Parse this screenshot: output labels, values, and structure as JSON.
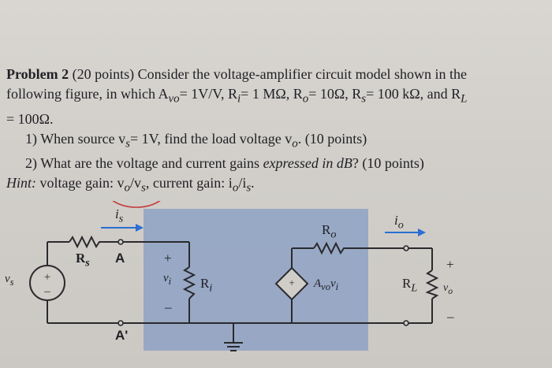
{
  "problem": {
    "heading": "Problem 2",
    "points": "(20 points)",
    "intro_1": "Consider the voltage-amplifier circuit model shown in the",
    "intro_2": "following figure, in which A",
    "intro_2_sub": "vo",
    "intro_2_rest": "= 1V/V,  R",
    "ri_sub": "i",
    "ri_val": "= 1 MΩ, R",
    "ro_sub": "o",
    "ro_val": "= 10Ω, R",
    "rs_sub": "s",
    "rs_val": "= 100 kΩ, and R",
    "rl_sub": "L",
    "intro_3": "= 100Ω.",
    "q1_num": "1)",
    "q1_text": "When source v",
    "q1_sub": "s",
    "q1_rest": "= 1V, find the load voltage v",
    "q1_sub2": "o",
    "q1_end": ". (10 points)",
    "q2_num": "2)",
    "q2_text": "What are the voltage and current gains ",
    "q2_italic": "expressed in dB",
    "q2_end": "? (10 points)",
    "hint_label": "Hint:",
    "hint_text": " voltage gain: v",
    "hint_sub1": "o",
    "hint_mid": "/v",
    "hint_sub2": "s",
    "hint_mid2": ", current gain: i",
    "hint_sub3": "o",
    "hint_mid3": "/i",
    "hint_sub4": "s",
    "hint_end": "."
  },
  "circuit": {
    "labels": {
      "is": "i",
      "is_sub": "s",
      "io": "i",
      "io_sub": "o",
      "rs": "R",
      "rs_sub": "s",
      "node_a": "A",
      "node_a_prime": "A'",
      "vs": "v",
      "vs_sub": "s",
      "vi": "v",
      "vi_sub": "i",
      "ri": "R",
      "ri_sub": "i",
      "ro": "R",
      "ro_sub": "o",
      "dep": "A",
      "dep_sub": "vo",
      "dep_v": "v",
      "dep_v_sub": "i",
      "rl": "R",
      "rl_sub": "L",
      "vo": "v",
      "vo_sub": "o",
      "plus": "+",
      "minus": "–"
    },
    "colors": {
      "shaded_box": "#8ea2c4",
      "arrow": "#2a6fd1",
      "wire": "#2a2a2e",
      "circle_annotation": "#c43a3a"
    }
  }
}
